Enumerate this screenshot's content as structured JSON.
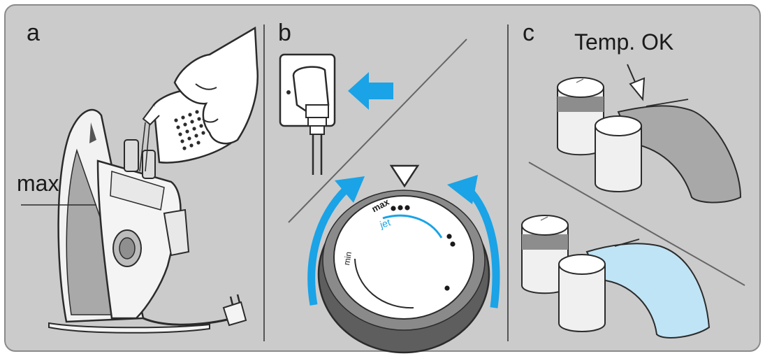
{
  "panels": {
    "a": {
      "letter": "a",
      "level_label": "max"
    },
    "b": {
      "letter": "b",
      "dial": {
        "max_label": "max",
        "jet_label": "jet",
        "min_label": "min"
      }
    },
    "c": {
      "letter": "c",
      "callout": "Temp. OK"
    }
  },
  "colors": {
    "background": "#cbcbcb",
    "border": "#8a8a8a",
    "accent_blue": "#1aa3e6",
    "light_blue": "#bfe4f5",
    "line": "#2b2b2b",
    "gray_fill": "#a8a8a8"
  },
  "icons": [
    "iron-icon",
    "water-jug-icon",
    "hand-icon",
    "plug-icon",
    "socket-icon",
    "arrow-left-icon",
    "dial-icon",
    "rotate-arrow-icon",
    "indicator-triangle-icon",
    "cylinder-icon",
    "fabric-icon"
  ]
}
